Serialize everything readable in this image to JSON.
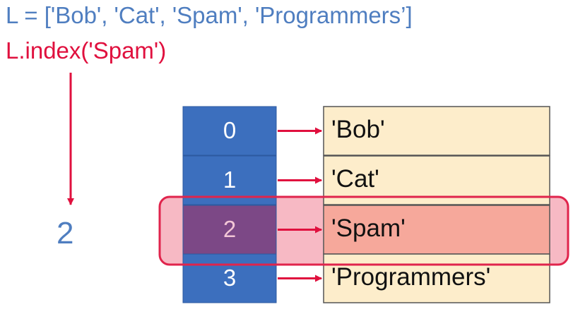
{
  "code": {
    "list_line": "L = ['Bob', 'Cat', 'Spam', 'Programmers’]",
    "call_line": "L.index('Spam')"
  },
  "result": "2",
  "list": {
    "indices": [
      "0",
      "1",
      "2",
      "3"
    ],
    "values": [
      "'Bob'",
      "'Cat'",
      "'Spam'",
      "'Programmers'"
    ],
    "highlighted_index": 2
  },
  "colors": {
    "code_blue": "#4f7ec0",
    "code_red": "#e0103e",
    "index_box": "#3c6fbe",
    "index_highlight": "#7c4886",
    "value_box": "#fdedcb",
    "value_highlight": "#f6a89b",
    "highlight_fill": "#f4a2b0",
    "highlight_stroke": "#e0244c",
    "arrow": "#e0103e",
    "result_blue": "#4f7ec0"
  }
}
